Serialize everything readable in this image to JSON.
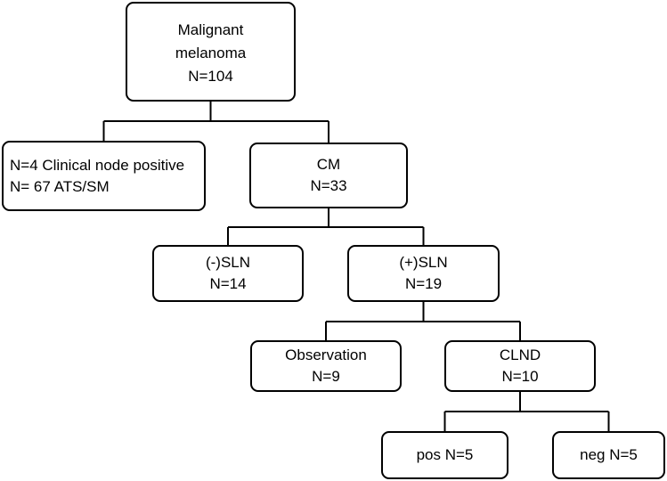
{
  "nodes": {
    "root": {
      "lines": [
        "Malignant",
        "melanoma",
        "N=104"
      ]
    },
    "excluded": {
      "lines": [
        "N=4 Clinical node positive",
        "N= 67 ATS/SM"
      ]
    },
    "cm": {
      "lines": [
        "CM",
        "N=33"
      ]
    },
    "sln_negative": {
      "lines": [
        "(-)SLN",
        "N=14"
      ]
    },
    "sln_positive": {
      "lines": [
        "(+)SLN",
        "N=19"
      ]
    },
    "observation": {
      "lines": [
        "Observation",
        "N=9"
      ]
    },
    "clnd": {
      "lines": [
        "CLND",
        "N=10"
      ]
    },
    "clnd_positive": {
      "lines": [
        "pos N=5"
      ]
    },
    "clnd_negative": {
      "lines": [
        "neg N=5"
      ]
    }
  },
  "edges": [
    [
      "root",
      "excluded"
    ],
    [
      "root",
      "cm"
    ],
    [
      "cm",
      "sln_negative"
    ],
    [
      "cm",
      "sln_positive"
    ],
    [
      "sln_positive",
      "observation"
    ],
    [
      "sln_positive",
      "clnd"
    ],
    [
      "clnd",
      "clnd_positive"
    ],
    [
      "clnd",
      "clnd_negative"
    ]
  ],
  "style": {
    "line_color": "#000000",
    "box_border_color": "#000000",
    "box_fill": "#ffffff"
  }
}
